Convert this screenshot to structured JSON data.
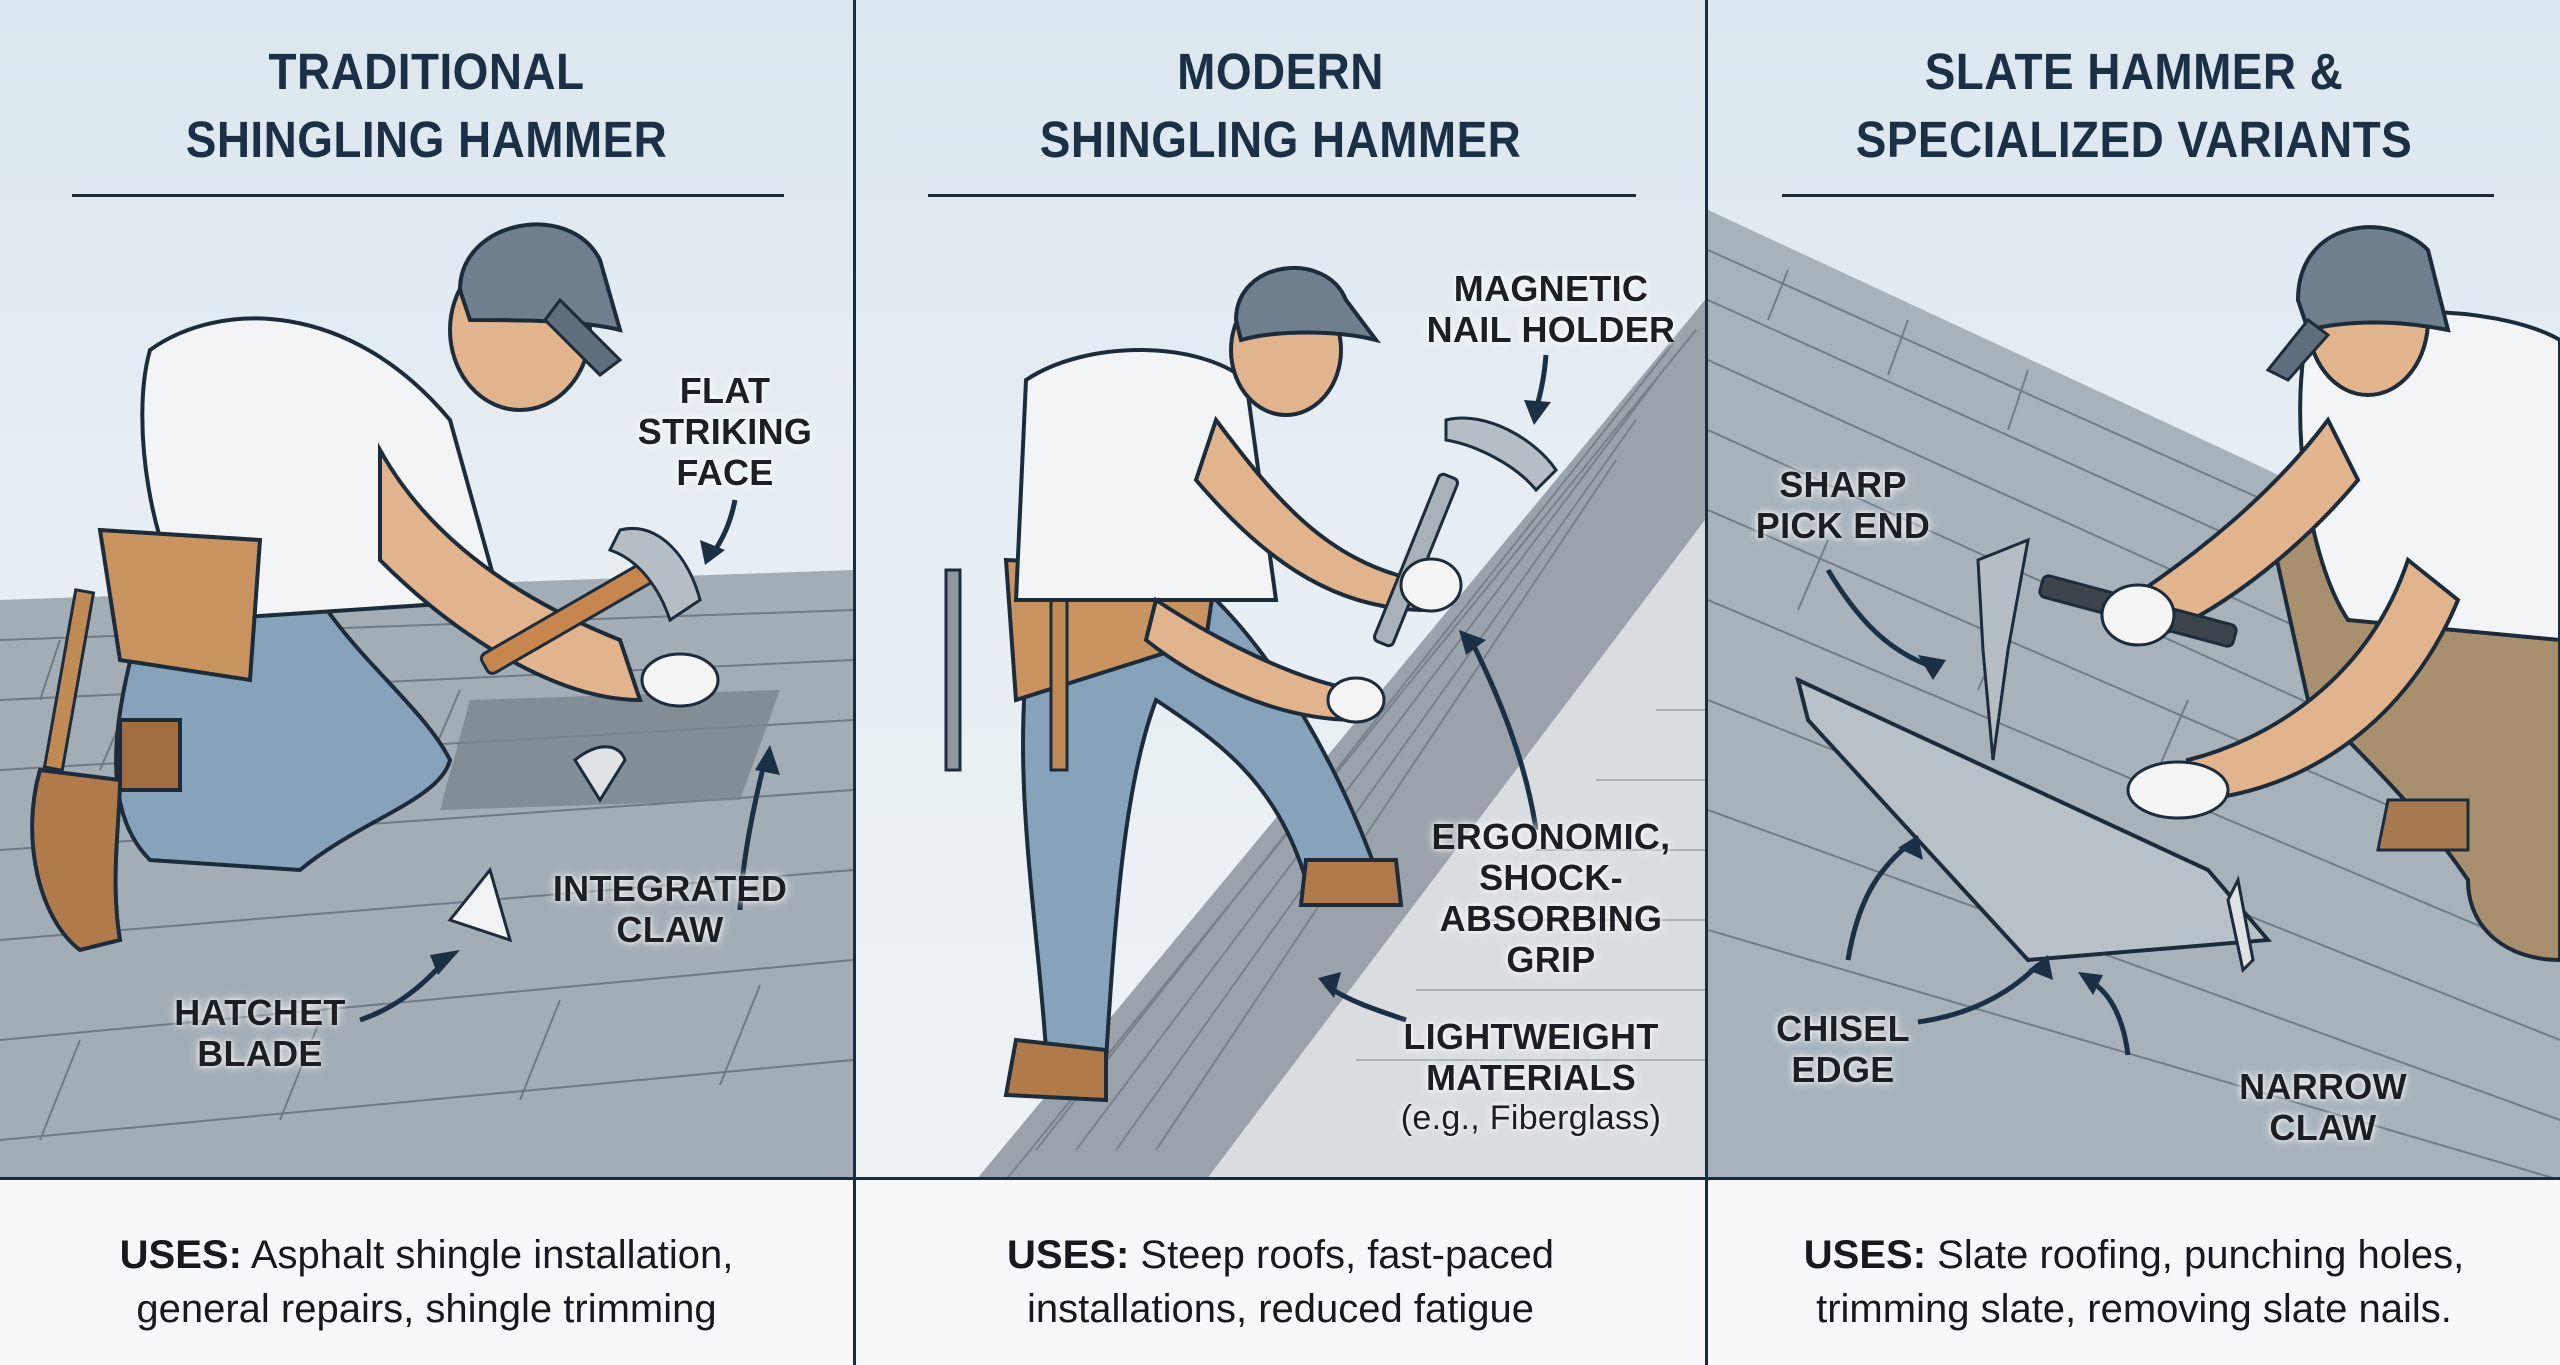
{
  "panels": [
    {
      "title_lines": [
        "TRADITIONAL",
        "SHINGLING HAMMER"
      ],
      "callouts": {
        "striking_face": [
          "FLAT",
          "STRIKING",
          "FACE"
        ],
        "claw": [
          "INTEGRATED",
          "CLAW"
        ],
        "blade": [
          "HATCHET",
          "BLADE"
        ]
      },
      "uses_label": "USES:",
      "uses_line1": "Asphalt shingle installation,",
      "uses_line2": "general repairs, shingle trimming"
    },
    {
      "title_lines": [
        "MODERN",
        "SHINGLING HAMMER"
      ],
      "callouts": {
        "magnet": [
          "MAGNETIC",
          "NAIL HOLDER"
        ],
        "grip": [
          "ERGONOMIC,",
          "SHOCK-",
          "ABSORBING",
          "GRIP"
        ],
        "materials": [
          "LIGHTWEIGHT",
          "MATERIALS",
          "(e.g., Fiberglass)"
        ]
      },
      "uses_label": "USES:",
      "uses_line1": "Steep roofs, fast-paced",
      "uses_line2": "installations, reduced fatigue"
    },
    {
      "title_lines": [
        "SLATE HAMMER &",
        "SPECIALIZED VARIANTS"
      ],
      "callouts": {
        "pick": [
          "SHARP",
          "PICK END"
        ],
        "chisel": [
          "CHISEL",
          "EDGE"
        ],
        "claw": [
          "NARROW",
          "CLAW"
        ]
      },
      "uses_label": "USES:",
      "uses_line1": "Slate roofing, punching holes,",
      "uses_line2": "trimming slate, removing slate nails."
    }
  ],
  "colors": {
    "title": "#1b2f45",
    "border": "#1d2c3b",
    "sky": "#dbe6ee",
    "roof": "#9aa5ae",
    "shirt": "#f2f4f5",
    "jeans": "#7f9bb5",
    "cap": "#6f7f8e",
    "skin": "#e2b48e",
    "belt": "#c08a55",
    "khaki": "#a88f6e",
    "arrow": "#1b2f45"
  }
}
